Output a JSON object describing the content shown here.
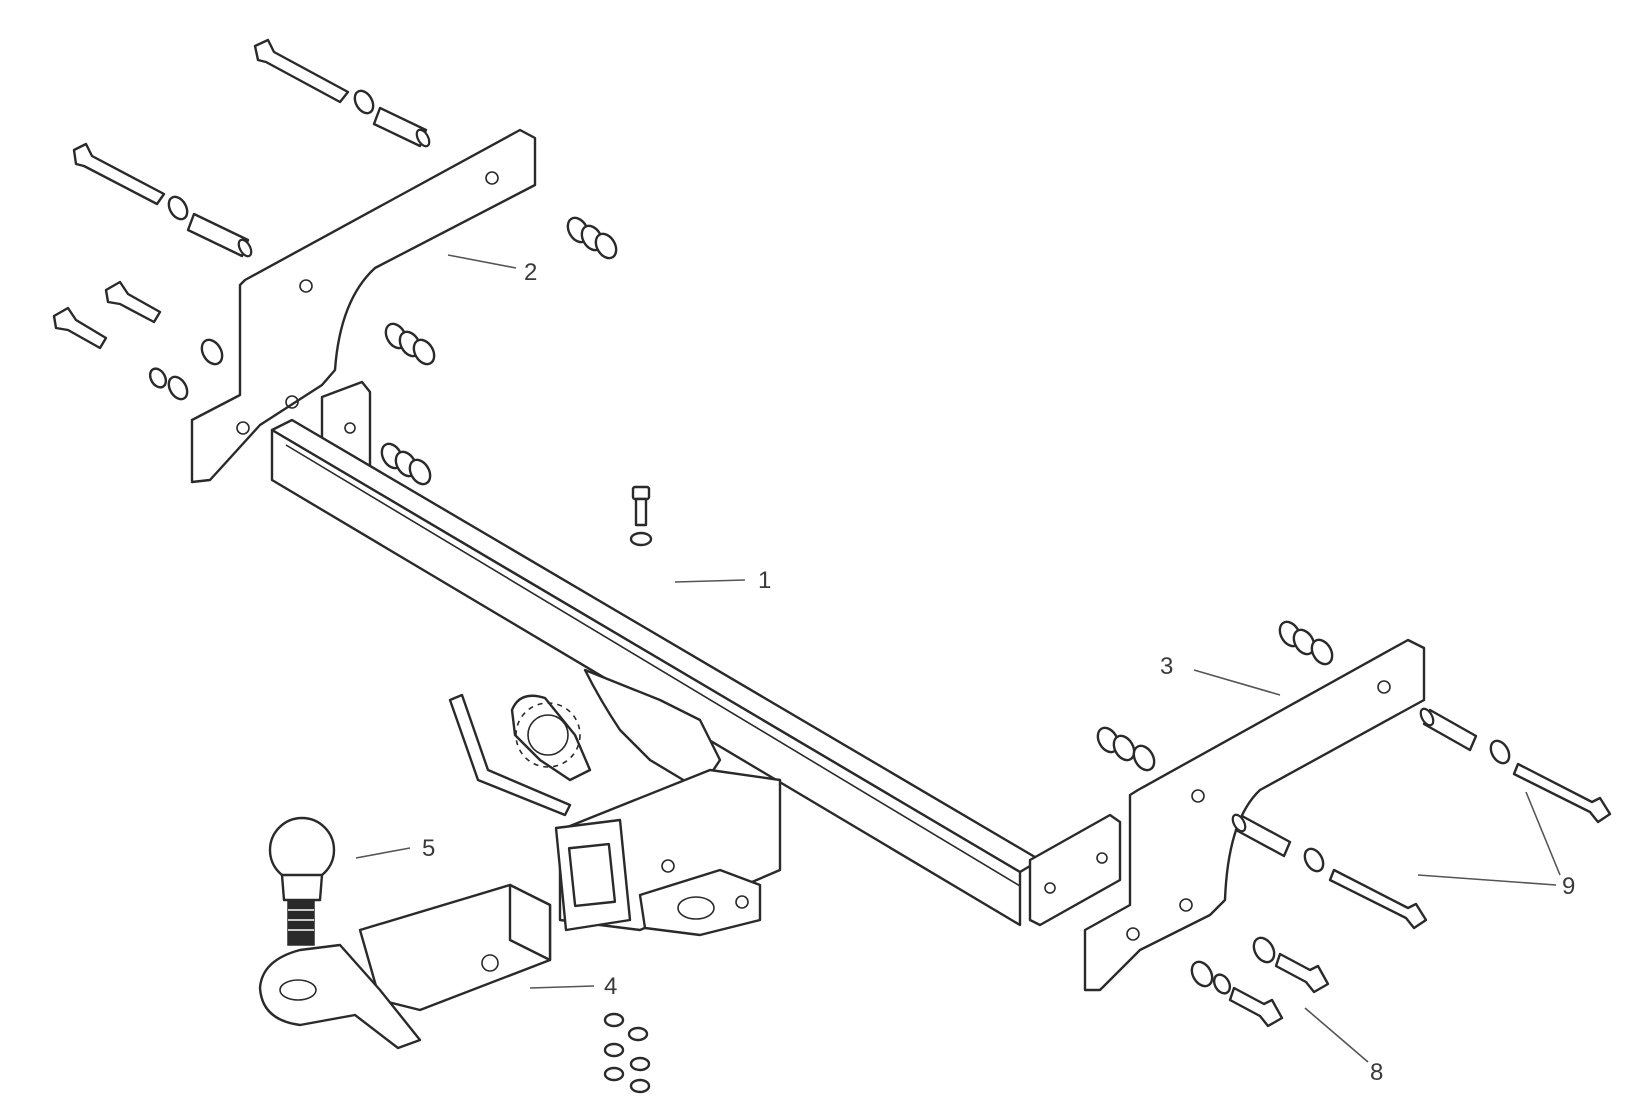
{
  "callouts": {
    "c1": "1",
    "c2": "2",
    "c3": "3",
    "c4": "4",
    "c5": "5",
    "c8": "8",
    "c9": "9"
  },
  "style": {
    "line_color": "#2a2a2a",
    "background": "#ffffff"
  }
}
